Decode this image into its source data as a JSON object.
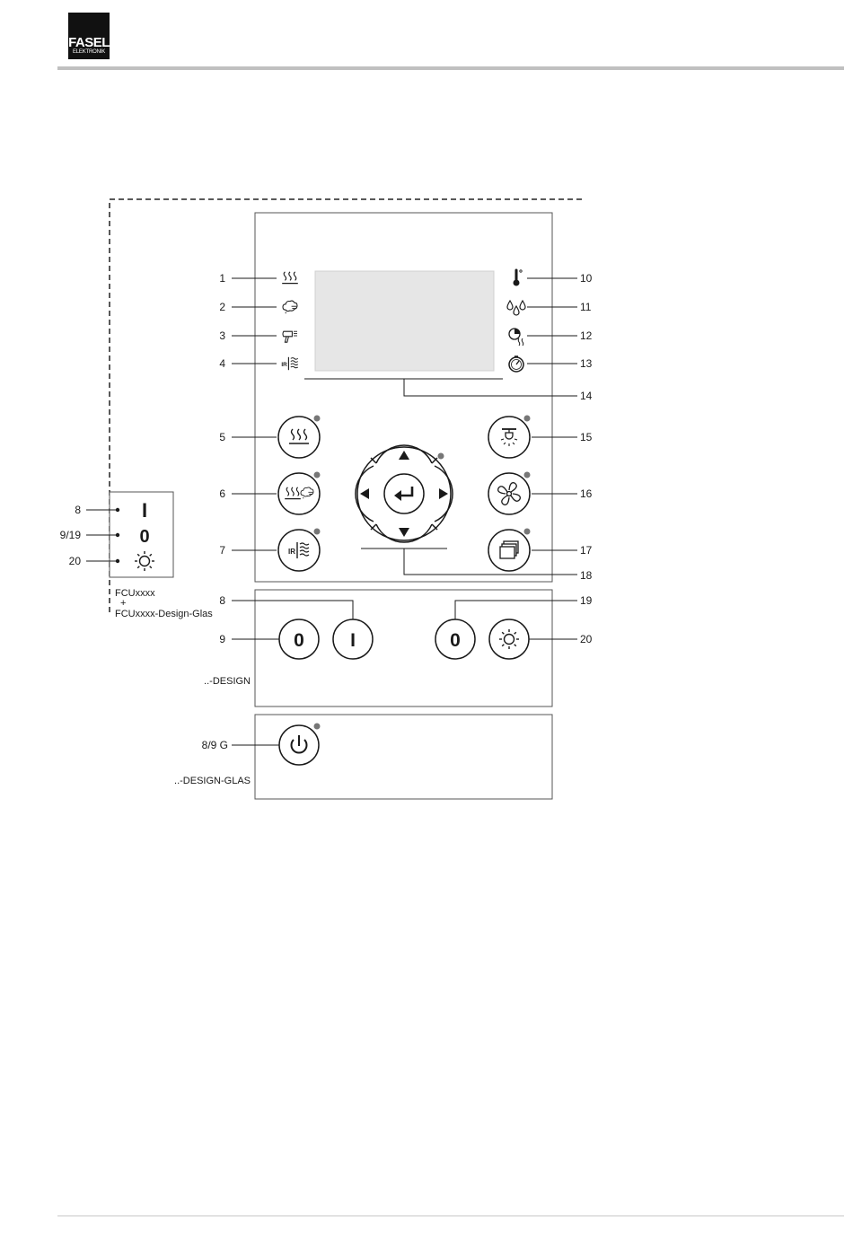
{
  "header": {
    "logo_main": "FASEL",
    "logo_sub": "ELEKTRONIK"
  },
  "diagram": {
    "callouts": {
      "c1": "1",
      "c2": "2",
      "c3": "3",
      "c4": "4",
      "c5": "5",
      "c6": "6",
      "c7": "7",
      "c8_inset": "8",
      "c9_19_inset": "9/19",
      "c20_inset": "20",
      "c10": "10",
      "c11": "11",
      "c12": "12",
      "c13": "13",
      "c14": "14",
      "c15": "15",
      "c16": "16",
      "c17": "17",
      "c18": "18",
      "c8_design": "8",
      "c9_design": "9",
      "c19_design": "19",
      "c20_design": "20",
      "c89g": "8/9 G"
    },
    "inset": {
      "sym_on": "I",
      "sym_off": "0",
      "caption_line1": "FCUxxxx",
      "caption_line2": "+",
      "caption_line3": "FCUxxxx-Design-Glas"
    },
    "design_panel": {
      "btn_off": "0",
      "btn_on": "I",
      "btn_off2": "0",
      "label": "..-DESIGN"
    },
    "glas_panel": {
      "label": "..-DESIGN-GLAS"
    },
    "icons": [
      "heat-icon",
      "steam-icon",
      "hairdryer-icon",
      "infrared-icon",
      "thermometer-icon",
      "humidity-icon",
      "sauna-timer-icon",
      "stopwatch-icon",
      "light-icon",
      "fan-icon",
      "program-icon",
      "enter-icon",
      "sun-icon",
      "power-icon"
    ]
  }
}
